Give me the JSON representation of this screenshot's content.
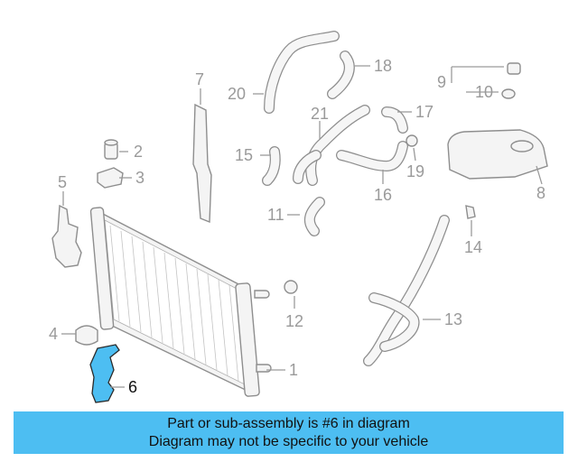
{
  "diagram": {
    "callouts": [
      {
        "id": "1",
        "label": "1"
      },
      {
        "id": "2",
        "label": "2"
      },
      {
        "id": "3",
        "label": "3"
      },
      {
        "id": "4",
        "label": "4"
      },
      {
        "id": "5",
        "label": "5"
      },
      {
        "id": "6",
        "label": "6"
      },
      {
        "id": "7",
        "label": "7"
      },
      {
        "id": "8",
        "label": "8"
      },
      {
        "id": "9",
        "label": "9"
      },
      {
        "id": "10",
        "label": "10"
      },
      {
        "id": "11",
        "label": "11"
      },
      {
        "id": "12",
        "label": "12"
      },
      {
        "id": "13",
        "label": "13"
      },
      {
        "id": "14",
        "label": "14"
      },
      {
        "id": "15",
        "label": "15"
      },
      {
        "id": "16",
        "label": "16"
      },
      {
        "id": "17",
        "label": "17"
      },
      {
        "id": "18",
        "label": "18"
      },
      {
        "id": "19",
        "label": "19"
      },
      {
        "id": "20",
        "label": "20"
      },
      {
        "id": "21",
        "label": "21"
      }
    ],
    "highlighted_part": "6",
    "highlight_color": "#4dbef2",
    "line_color": "#9a9a9a"
  },
  "banner": {
    "line1": "Part or sub-assembly is #6 in diagram",
    "line2": "Diagram may not be specific to your vehicle",
    "background": "#4dbef2"
  }
}
